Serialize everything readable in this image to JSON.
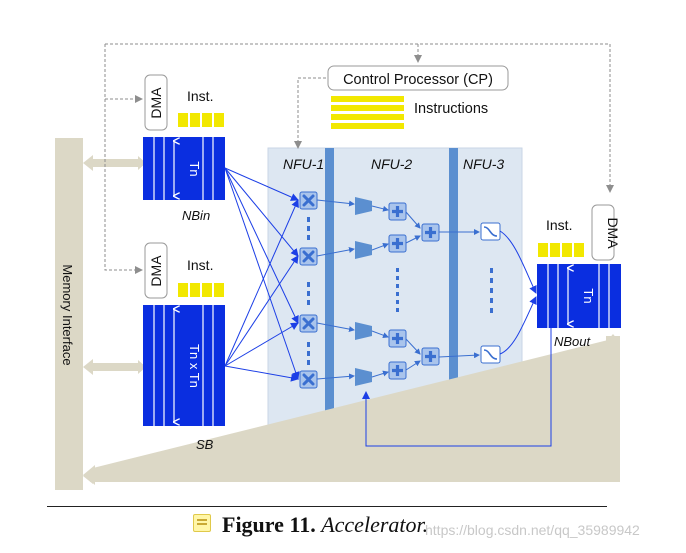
{
  "labels": {
    "control_processor": "Control Processor (CP)",
    "instructions": "Instructions",
    "dma": "DMA",
    "inst": "Inst.",
    "nfu1": "NFU-1",
    "nfu2": "NFU-2",
    "nfu3": "NFU-3",
    "nbin": "NBin",
    "nbout": "NBout",
    "sb": "SB",
    "tn": "Tn",
    "tn_x_tn": "Tn x Tn",
    "memory_interface": "Memory Interface"
  },
  "caption": {
    "figure": "Figure 11.",
    "title": "Accelerator."
  },
  "watermark": "https://blog.csdn.net/qq_35989942",
  "colors": {
    "buffer_blue": "#0a2ee0",
    "nfu_bg": "#dde7f2",
    "divider_blue": "#5b8fd0",
    "inst_yellow": "#f2e800",
    "memory_beige": "#dcd8c6",
    "arrow_gray": "#8e8e8e",
    "wire_blue": "#1c3fe6"
  }
}
